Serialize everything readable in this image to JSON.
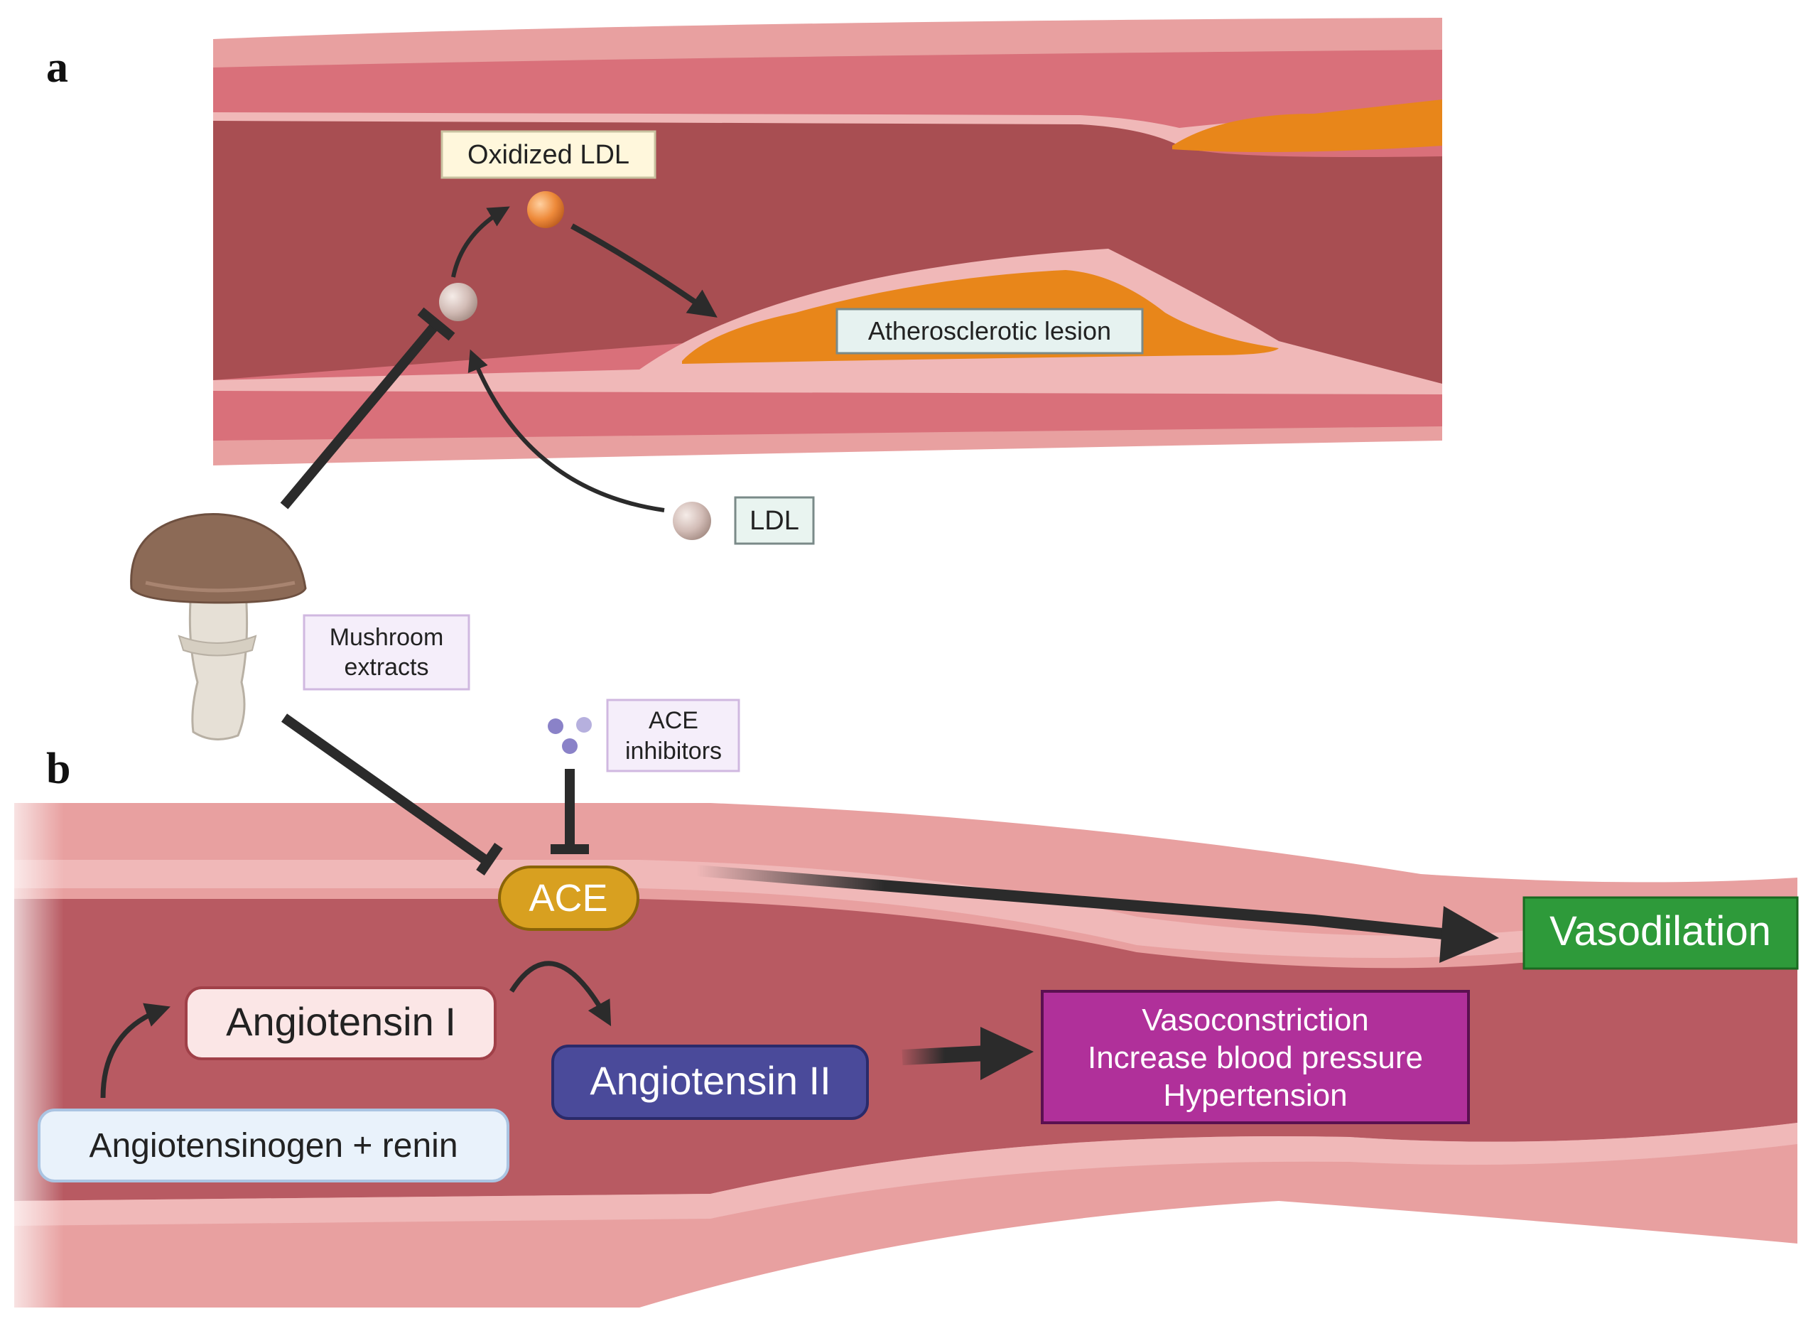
{
  "panels": {
    "a": {
      "letter": "a"
    },
    "b": {
      "letter": "b"
    }
  },
  "labels": {
    "oxidized_ldl": "Oxidized LDL",
    "atherosclerotic_lesion": "Atherosclerotic lesion",
    "ldl": "LDL",
    "mushroom_extracts_line1": "Mushroom",
    "mushroom_extracts_line2": "extracts",
    "ace_inhibitors_line1": "ACE",
    "ace_inhibitors_line2": "inhibitors",
    "ace": "ACE",
    "vasodilation": "Vasodilation",
    "angiotensin_i": "Angiotensin I",
    "angiotensin_ii": "Angiotensin II",
    "angiotensinogen_renin": "Angiotensinogen + renin",
    "effects_line1": "Vasoconstriction",
    "effects_line2": "Increase blood pressure",
    "effects_line3": "Hypertension"
  },
  "colors": {
    "vessel_outer": "#e8a0a0",
    "vessel_wall": "#d9707a",
    "vessel_lumen": "#a84e52",
    "vessel_lumen_b": "#b85a62",
    "plaque": "#e8861a",
    "intima": "#f0b8b8",
    "arrow": "#2b2b2b",
    "ace_fill": "#d8a020",
    "vasodilation_fill": "#2e9a3a",
    "angiotensin_ii_fill": "#4a4a9a",
    "effects_fill": "#b0309a",
    "angiotensin_i_fill": "#fbe6e6",
    "angiotensinogen_fill": "#e9f2fb",
    "oxidized_ldl_label_fill": "#fff7dc",
    "lesion_label_fill": "#e6f2f0",
    "ldl_label_fill": "#e9f4f0",
    "purple_label_fill": "#f5eefa"
  }
}
